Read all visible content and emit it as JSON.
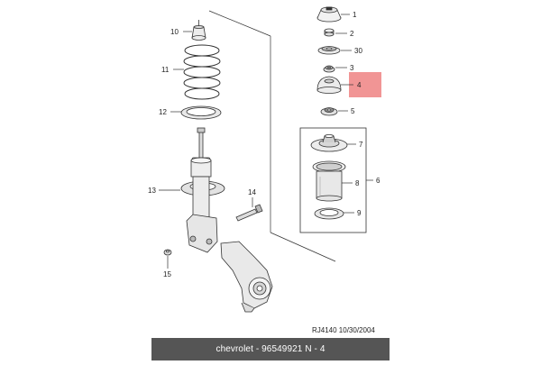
{
  "diagram": {
    "part_labels": {
      "p1": "1",
      "p2": "2",
      "p30": "30",
      "p3": "3",
      "p4": "4",
      "p5": "5",
      "p6": "6",
      "p7": "7",
      "p8": "8",
      "p9": "9",
      "p10": "10",
      "p11": "11",
      "p12": "12",
      "p13": "13",
      "p14": "14",
      "p15": "15"
    },
    "highlight_part": "4",
    "highlight_color": "#f08a8a"
  },
  "reference_code": "RJ4140  10/30/2004",
  "footer": {
    "text": "chevrolet - 96549921      N - 4",
    "background": "#555555"
  }
}
